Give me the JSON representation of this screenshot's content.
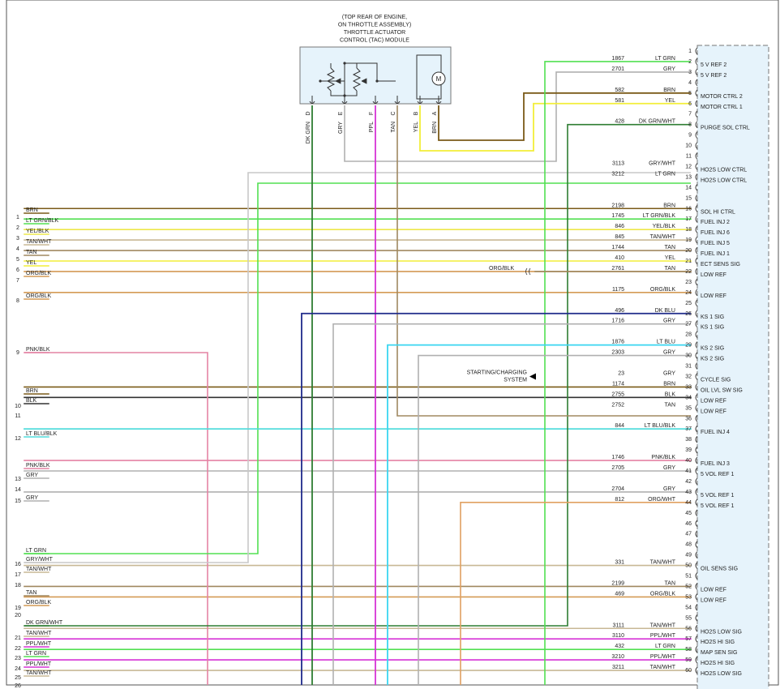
{
  "module": {
    "caption": [
      "(TOP REAR OF ENGINE,",
      "ON THROTTLE ASSEMBLY)",
      "THROTTLE ACTUATOR",
      "CONTROL (TAC) MODULE"
    ],
    "motor_label": "M",
    "pins": [
      {
        "letter": "D",
        "color_label": "DK GRN",
        "wire_color": "#2e7d32"
      },
      {
        "letter": "E",
        "color_label": "GRY",
        "wire_color": "#b0b0b0"
      },
      {
        "letter": "F",
        "color_label": "PPL",
        "wire_color": "#d633d6"
      },
      {
        "letter": "C",
        "color_label": "TAN",
        "wire_color": "#a08860"
      },
      {
        "letter": "B",
        "color_label": "YEL",
        "wire_color": "#f2ee38"
      },
      {
        "letter": "A",
        "color_label": "BRN",
        "wire_color": "#7a5a18"
      }
    ]
  },
  "starting_charging": {
    "lines": [
      "STARTING/CHARGING",
      "SYSTEM"
    ]
  },
  "org_blk_callout": "ORG/BLK",
  "left_wires": [
    {
      "pin": "",
      "label": "BRN",
      "color": "#7a5a18"
    },
    {
      "pin": "1",
      "label": "LT GRN/BLK",
      "color": "#52e052"
    },
    {
      "pin": "2",
      "label": "YEL/BLK",
      "color": "#eee84a"
    },
    {
      "pin": "3",
      "label": "TAN/WHT",
      "color": "#c8b896"
    },
    {
      "pin": "4",
      "label": "TAN",
      "color": "#a08860"
    },
    {
      "pin": "5",
      "label": "YEL",
      "color": "#f2ee38"
    },
    {
      "pin": "6",
      "label": "ORG/BLK",
      "color": "#d49a55"
    },
    {
      "pin": "7",
      "label": "",
      "color": ""
    },
    {
      "pin": "8",
      "label": "ORG/BLK",
      "color": "#d49a55"
    },
    {
      "pin": "9",
      "label": "PNK/BLK",
      "color": "#e483a4"
    },
    {
      "pin": "",
      "label": "BRN",
      "color": "#7a5a18"
    },
    {
      "pin": "10",
      "label": "BLK",
      "color": "#333333"
    },
    {
      "pin": "11",
      "label": "",
      "color": ""
    },
    {
      "pin": "12",
      "label": "LT BLU/BLK",
      "color": "#52dcdc"
    },
    {
      "pin": "",
      "label": "PNK/BLK",
      "color": "#e483a4"
    },
    {
      "pin": "13",
      "label": "GRY",
      "color": "#b0b0b0"
    },
    {
      "pin": "14",
      "label": "",
      "color": ""
    },
    {
      "pin": "15",
      "label": "GRY",
      "color": "#b0b0b0"
    },
    {
      "pin": "",
      "label": "LT GRN",
      "color": "#52e052"
    },
    {
      "pin": "16",
      "label": "GRY/WHT",
      "color": "#c8c8c8"
    },
    {
      "pin": "17",
      "label": "TAN/WHT",
      "color": "#c8b896"
    },
    {
      "pin": "18",
      "label": "",
      "color": ""
    },
    {
      "pin": "",
      "label": "TAN",
      "color": "#a08860"
    },
    {
      "pin": "19",
      "label": "ORG/BLK",
      "color": "#d49a55"
    },
    {
      "pin": "20",
      "label": "",
      "color": ""
    },
    {
      "pin": "",
      "label": "DK GRN/WHT",
      "color": "#2e7d32"
    },
    {
      "pin": "21",
      "label": "TAN/WHT",
      "color": "#c8b896"
    },
    {
      "pin": "22",
      "label": "PPL/WHT",
      "color": "#d633d6"
    },
    {
      "pin": "23",
      "label": "LT GRN",
      "color": "#52e052"
    },
    {
      "pin": "24",
      "label": "PPL/WHT",
      "color": "#d633d6"
    },
    {
      "pin": "25",
      "label": "TAN/WHT",
      "color": "#c8b896"
    },
    {
      "pin": "26",
      "label": "",
      "color": ""
    }
  ],
  "right_pins": [
    {
      "pin": "1",
      "circuit": "",
      "color_label": "",
      "function": "",
      "color": ""
    },
    {
      "pin": "2",
      "circuit": "1867",
      "color_label": "LT GRN",
      "function": "5 V REF 2",
      "color": "#52e052"
    },
    {
      "pin": "3",
      "circuit": "2701",
      "color_label": "GRY",
      "function": "5 V REF 2",
      "color": "#b0b0b0"
    },
    {
      "pin": "4",
      "circuit": "",
      "color_label": "",
      "function": "",
      "color": ""
    },
    {
      "pin": "5",
      "circuit": "582",
      "color_label": "BRN",
      "function": "MOTOR CTRL 2",
      "color": "#7a5a18"
    },
    {
      "pin": "6",
      "circuit": "581",
      "color_label": "YEL",
      "function": "MOTOR CTRL 1",
      "color": "#f2ee38"
    },
    {
      "pin": "7",
      "circuit": "",
      "color_label": "",
      "function": "",
      "color": ""
    },
    {
      "pin": "8",
      "circuit": "428",
      "color_label": "DK GRN/WHT",
      "function": "PURGE SOL CTRL",
      "color": "#2e7d32"
    },
    {
      "pin": "9",
      "circuit": "",
      "color_label": "",
      "function": "",
      "color": ""
    },
    {
      "pin": "10",
      "circuit": "",
      "color_label": "",
      "function": "",
      "color": ""
    },
    {
      "pin": "11",
      "circuit": "",
      "color_label": "",
      "function": "",
      "color": ""
    },
    {
      "pin": "12",
      "circuit": "3113",
      "color_label": "GRY/WHT",
      "function": "HO2S LOW CTRL",
      "color": "#c8c8c8"
    },
    {
      "pin": "13",
      "circuit": "3212",
      "color_label": "LT GRN",
      "function": "HO2S LOW CTRL",
      "color": "#52e052"
    },
    {
      "pin": "14",
      "circuit": "",
      "color_label": "",
      "function": "",
      "color": ""
    },
    {
      "pin": "15",
      "circuit": "",
      "color_label": "",
      "function": "",
      "color": ""
    },
    {
      "pin": "16",
      "circuit": "2198",
      "color_label": "BRN",
      "function": "SOL HI CTRL",
      "color": "#7a5a18"
    },
    {
      "pin": "17",
      "circuit": "1745",
      "color_label": "LT GRN/BLK",
      "function": "FUEL INJ 2",
      "color": "#52e052"
    },
    {
      "pin": "18",
      "circuit": "846",
      "color_label": "YEL/BLK",
      "function": "FUEL INJ 6",
      "color": "#eee84a"
    },
    {
      "pin": "19",
      "circuit": "845",
      "color_label": "TAN/WHT",
      "function": "FUEL INJ 5",
      "color": "#c8b896"
    },
    {
      "pin": "20",
      "circuit": "1744",
      "color_label": "TAN",
      "function": "FUEL INJ 1",
      "color": "#a08860"
    },
    {
      "pin": "21",
      "circuit": "410",
      "color_label": "YEL",
      "function": "ECT SENS SIG",
      "color": "#f2ee38"
    },
    {
      "pin": "22",
      "circuit": "2761",
      "color_label": "TAN",
      "function": "LOW REF",
      "color": "#a08860"
    },
    {
      "pin": "23",
      "circuit": "",
      "color_label": "",
      "function": "",
      "color": ""
    },
    {
      "pin": "24",
      "circuit": "1175",
      "color_label": "ORG/BLK",
      "function": "LOW REF",
      "color": "#d49a55"
    },
    {
      "pin": "25",
      "circuit": "",
      "color_label": "",
      "function": "",
      "color": ""
    },
    {
      "pin": "26",
      "circuit": "496",
      "color_label": "DK BLU",
      "function": "KS 1 SIG",
      "color": "#1f2a8a"
    },
    {
      "pin": "27",
      "circuit": "1716",
      "color_label": "GRY",
      "function": "KS 1 SIG",
      "color": "#b0b0b0"
    },
    {
      "pin": "28",
      "circuit": "",
      "color_label": "",
      "function": "",
      "color": ""
    },
    {
      "pin": "29",
      "circuit": "1876",
      "color_label": "LT BLU",
      "function": "KS 2 SIG",
      "color": "#3ad6f0"
    },
    {
      "pin": "30",
      "circuit": "2303",
      "color_label": "GRY",
      "function": "KS 2 SIG",
      "color": "#b0b0b0"
    },
    {
      "pin": "31",
      "circuit": "",
      "color_label": "",
      "function": "",
      "color": ""
    },
    {
      "pin": "32",
      "circuit": "23",
      "color_label": "GRY",
      "function": "CYCLE SIG",
      "color": ""
    },
    {
      "pin": "33",
      "circuit": "1174",
      "color_label": "BRN",
      "function": "OIL LVL SW SIG",
      "color": "#7a5a18"
    },
    {
      "pin": "34",
      "circuit": "2755",
      "color_label": "BLK",
      "function": "LOW REF",
      "color": "#333333"
    },
    {
      "pin": "35",
      "circuit": "2752",
      "color_label": "TAN",
      "function": "LOW REF",
      "color": "#a08860"
    },
    {
      "pin": "36",
      "circuit": "",
      "color_label": "",
      "function": "",
      "color": ""
    },
    {
      "pin": "37",
      "circuit": "844",
      "color_label": "LT BLU/BLK",
      "function": "FUEL INJ 4",
      "color": "#52dcdc"
    },
    {
      "pin": "38",
      "circuit": "",
      "color_label": "",
      "function": "",
      "color": ""
    },
    {
      "pin": "39",
      "circuit": "",
      "color_label": "",
      "function": "",
      "color": ""
    },
    {
      "pin": "40",
      "circuit": "1746",
      "color_label": "PNK/BLK",
      "function": "FUEL INJ 3",
      "color": "#e483a4"
    },
    {
      "pin": "41",
      "circuit": "2705",
      "color_label": "GRY",
      "function": "5 VOL REF 1",
      "color": "#b0b0b0"
    },
    {
      "pin": "42",
      "circuit": "",
      "color_label": "",
      "function": "",
      "color": ""
    },
    {
      "pin": "43",
      "circuit": "2704",
      "color_label": "GRY",
      "function": "5 VOL REF 1",
      "color": "#b0b0b0"
    },
    {
      "pin": "44",
      "circuit": "812",
      "color_label": "ORG/WHT",
      "function": "5 VOL REF 1",
      "color": "#e0a060"
    },
    {
      "pin": "45",
      "circuit": "",
      "color_label": "",
      "function": "",
      "color": ""
    },
    {
      "pin": "46",
      "circuit": "",
      "color_label": "",
      "function": "",
      "color": ""
    },
    {
      "pin": "47",
      "circuit": "",
      "color_label": "",
      "function": "",
      "color": ""
    },
    {
      "pin": "48",
      "circuit": "",
      "color_label": "",
      "function": "",
      "color": ""
    },
    {
      "pin": "49",
      "circuit": "",
      "color_label": "",
      "function": "",
      "color": ""
    },
    {
      "pin": "50",
      "circuit": "331",
      "color_label": "TAN/WHT",
      "function": "OIL SENS SIG",
      "color": "#c8b896"
    },
    {
      "pin": "51",
      "circuit": "",
      "color_label": "",
      "function": "",
      "color": ""
    },
    {
      "pin": "52",
      "circuit": "2199",
      "color_label": "TAN",
      "function": "LOW REF",
      "color": "#a08860"
    },
    {
      "pin": "53",
      "circuit": "469",
      "color_label": "ORG/BLK",
      "function": "LOW REF",
      "color": "#d49a55"
    },
    {
      "pin": "54",
      "circuit": "",
      "color_label": "",
      "function": "",
      "color": ""
    },
    {
      "pin": "55",
      "circuit": "",
      "color_label": "",
      "function": "",
      "color": ""
    },
    {
      "pin": "56",
      "circuit": "3111",
      "color_label": "TAN/WHT",
      "function": "HO2S LOW SIG",
      "color": "#c8b896"
    },
    {
      "pin": "57",
      "circuit": "3110",
      "color_label": "PPL/WHT",
      "function": "HO2S HI SIG",
      "color": "#d633d6"
    },
    {
      "pin": "58",
      "circuit": "432",
      "color_label": "LT GRN",
      "function": "MAP SEN SIG",
      "color": "#52e052"
    },
    {
      "pin": "59",
      "circuit": "3210",
      "color_label": "PPL/WHT",
      "function": "HO2S HI SIG",
      "color": "#d633d6"
    },
    {
      "pin": "60",
      "circuit": "3211",
      "color_label": "TAN/WHT",
      "function": "HO2S LOW SIG",
      "color": "#c8b896"
    }
  ]
}
